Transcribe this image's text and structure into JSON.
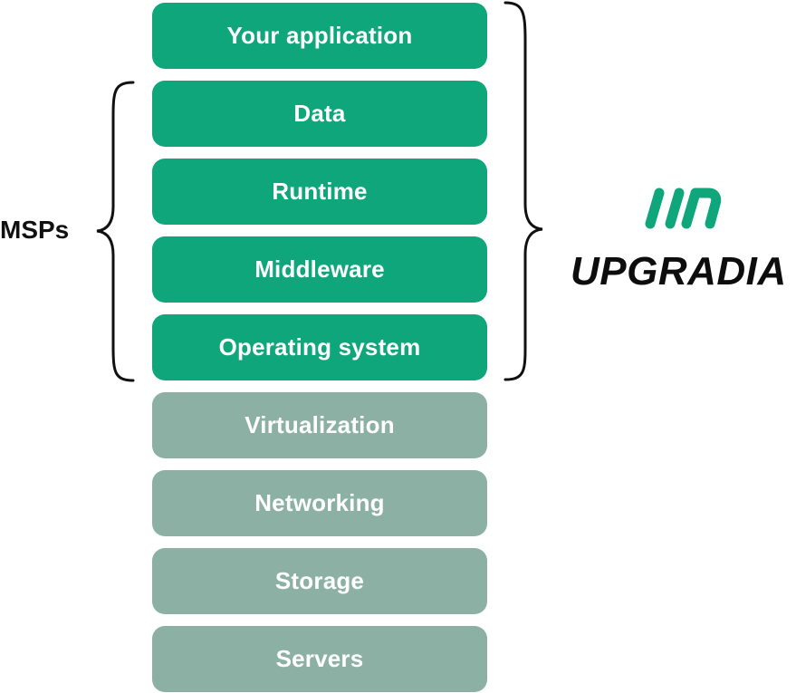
{
  "layers": [
    {
      "label": "Your application",
      "group": "managed"
    },
    {
      "label": "Data",
      "group": "managed"
    },
    {
      "label": "Runtime",
      "group": "managed"
    },
    {
      "label": "Middleware",
      "group": "managed"
    },
    {
      "label": "Operating system",
      "group": "managed"
    },
    {
      "label": "Virtualization",
      "group": "infra"
    },
    {
      "label": "Networking",
      "group": "infra"
    },
    {
      "label": "Storage",
      "group": "infra"
    },
    {
      "label": "Servers",
      "group": "infra"
    }
  ],
  "left_bracket": {
    "label": "MSPs",
    "spans_layers": [
      "Data",
      "Runtime",
      "Middleware",
      "Operating system"
    ]
  },
  "right_bracket": {
    "spans_layers": [
      "Your application",
      "Data",
      "Runtime",
      "Middleware",
      "Operating system"
    ]
  },
  "brand": {
    "name": "UPGRADIA",
    "icon": "upgradia-logo-mark-icon"
  },
  "colors": {
    "managed": "#0fa67c",
    "infra": "#8cb1a4",
    "text_on_layer": "#ffffff",
    "label": "#111111",
    "logo_mark": "#0fa67c"
  }
}
